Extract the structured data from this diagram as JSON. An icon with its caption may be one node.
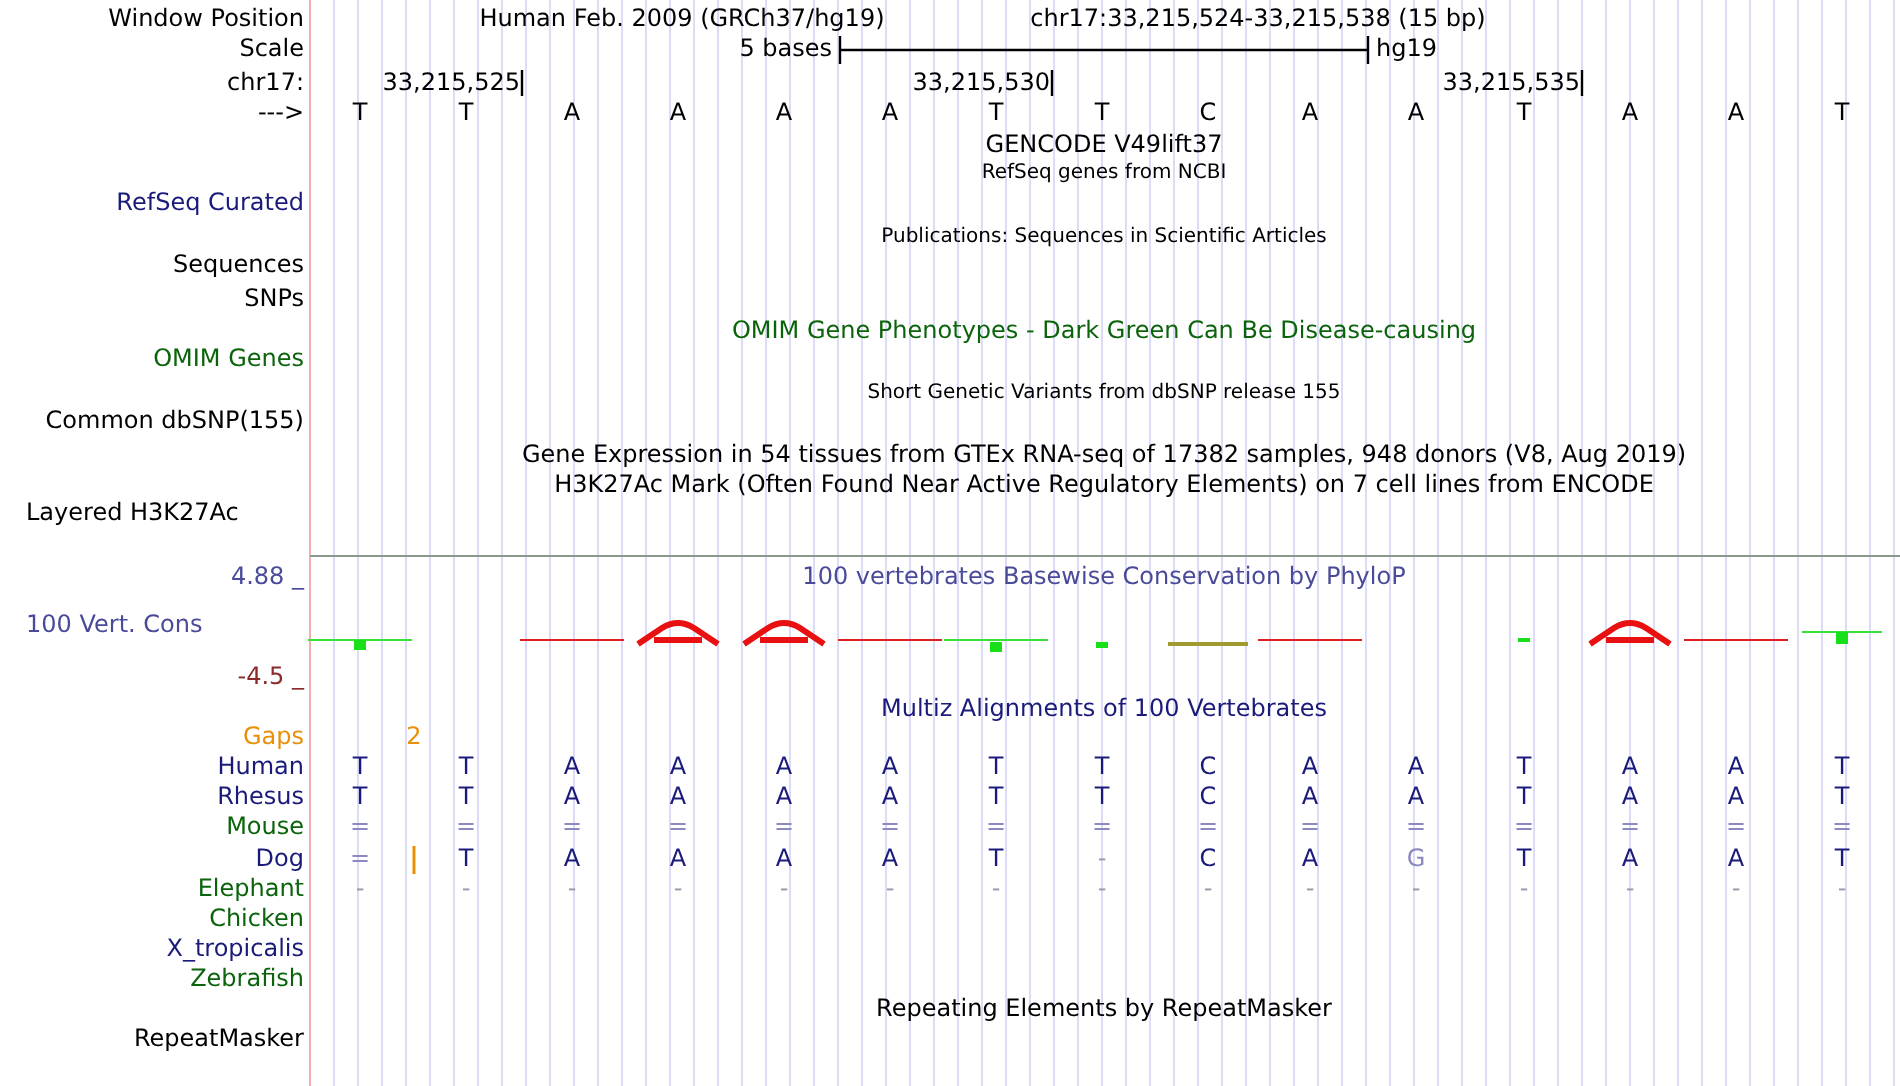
{
  "diagram": {
    "labels": [
      "Window Position",
      "Human Feb. 2009 (GRCh37/hg19)",
      "chr17:33,215,524-33,215,538 (15 bp)",
      "Scale",
      "5 bases",
      "hg19",
      "chr17:",
      "33,215,525",
      "33,215,530",
      "33,215,535",
      "--->",
      "T",
      "T",
      "A",
      "A",
      "A",
      "A",
      "T",
      "T",
      "C",
      "A",
      "A",
      "T",
      "A",
      "A",
      "T",
      "GENCODE V49lift37",
      "RefSeq genes from NCBI",
      "RefSeq Curated",
      "Publications: Sequences in Scientific Articles",
      "Sequences",
      "SNPs",
      "OMIM Gene Phenotypes - Dark Green Can Be Disease-causing",
      "OMIM Genes",
      "Short Genetic Variants from dbSNP release 155",
      "Common dbSNP(155)",
      "Gene Expression in 54 tissues from GTEx RNA-seq of 17382 samples, 948 donors (V8, Aug 2019)",
      "H3K27Ac Mark (Often Found Near Active Regulatory Elements) on 7 cell lines from ENCODE",
      "Layered H3K27Ac",
      "4.88 _",
      "100 vertebrates Basewise Conservation by PhyloP",
      "100 Vert. Cons",
      "-4.5 _",
      "Multiz Alignments of 100 Vertebrates",
      "Gaps",
      "2",
      "Human",
      "T",
      "T",
      "A",
      "A",
      "A",
      "A",
      "T",
      "T",
      "C",
      "A",
      "A",
      "T",
      "A",
      "A",
      "T",
      "Rhesus",
      "T",
      "T",
      "A",
      "A",
      "A",
      "A",
      "T",
      "T",
      "C",
      "A",
      "A",
      "T",
      "A",
      "A",
      "T",
      "Mouse",
      "=",
      "=",
      "=",
      "=",
      "=",
      "=",
      "=",
      "=",
      "=",
      "=",
      "=",
      "=",
      "=",
      "=",
      "=",
      "Dog",
      "=",
      "T",
      "A",
      "A",
      "A",
      "A",
      "T",
      "-",
      "C",
      "A",
      "G",
      "T",
      "A",
      "A",
      "T",
      "Elephant",
      "-",
      "-",
      "-",
      "-",
      "-",
      "-",
      "-",
      "-",
      "-",
      "-",
      "-",
      "-",
      "-",
      "-",
      "-",
      "Chicken",
      "X_tropicalis",
      "Zebrafish",
      "Repeating Elements by RepeatMasker",
      "RepeatMasker"
    ]
  }
}
